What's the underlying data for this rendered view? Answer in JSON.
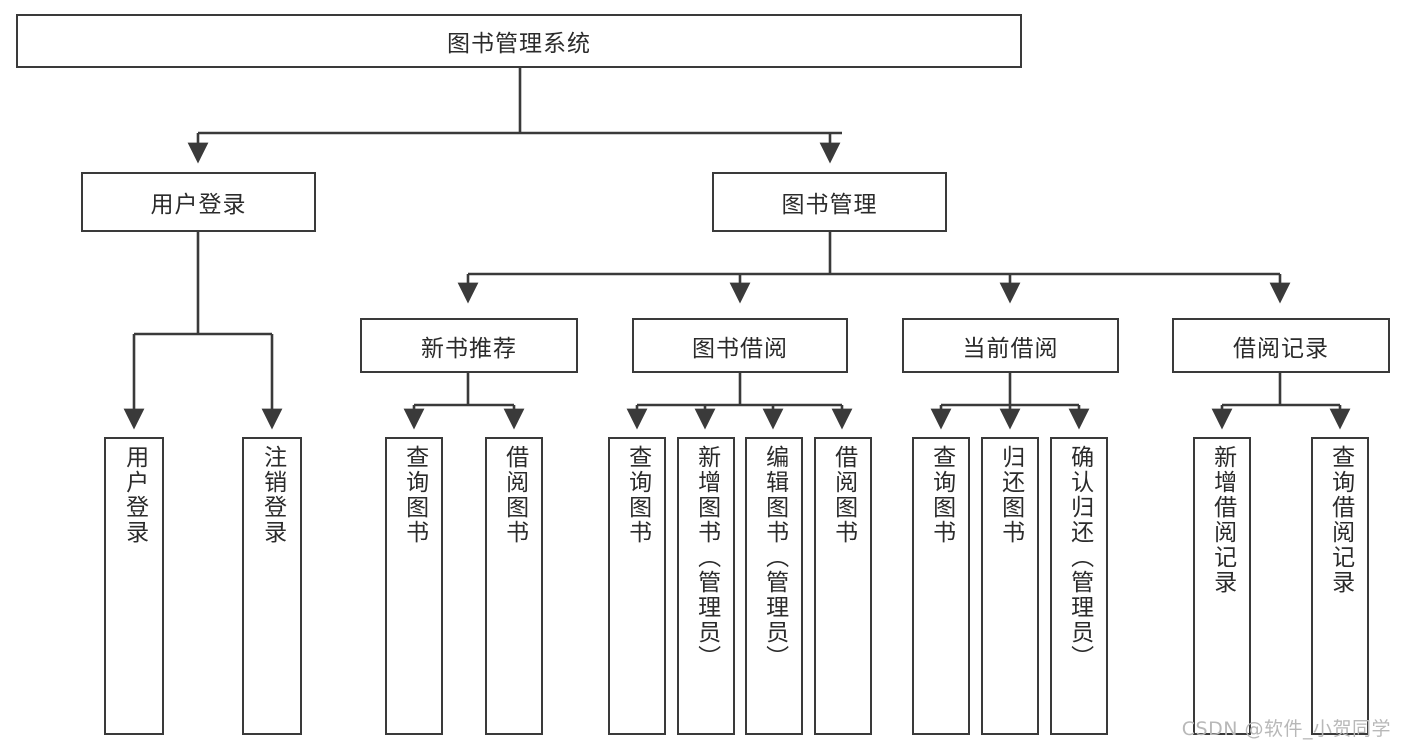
{
  "diagram": {
    "type": "tree",
    "title_node": "图书管理系统",
    "watermark": "CSDN @软件_小贺同学",
    "colors": {
      "box_border": "#3a3a3a",
      "box_fill": "#ffffff",
      "text": "#2b2b2b",
      "connector": "#3a3a3a",
      "watermark": "#b8b8b8",
      "background": "#ffffff"
    },
    "nodes": {
      "root": {
        "label": "图书管理系统"
      },
      "level2": [
        {
          "id": "user-login",
          "label": "用户登录"
        },
        {
          "id": "book-manage",
          "label": "图书管理"
        }
      ],
      "level3": [
        {
          "id": "new-book-recommend",
          "label": "新书推荐"
        },
        {
          "id": "book-borrow",
          "label": "图书借阅"
        },
        {
          "id": "current-borrow",
          "label": "当前借阅"
        },
        {
          "id": "borrow-record",
          "label": "借阅记录"
        }
      ],
      "leaves": {
        "user-login": [
          {
            "id": "leaf-user-login",
            "label": "用户登录"
          },
          {
            "id": "leaf-user-logout",
            "label": "注销登录"
          }
        ],
        "new-book-recommend": [
          {
            "id": "leaf-query-book-1",
            "label": "查询图书"
          },
          {
            "id": "leaf-borrow-book-1",
            "label": "借阅图书"
          }
        ],
        "book-borrow": [
          {
            "id": "leaf-query-book-2",
            "label": "查询图书"
          },
          {
            "id": "leaf-add-book",
            "label": "新增图书（管理员）"
          },
          {
            "id": "leaf-edit-book",
            "label": "编辑图书（管理员）"
          },
          {
            "id": "leaf-borrow-book-2",
            "label": "借阅图书"
          }
        ],
        "current-borrow": [
          {
            "id": "leaf-query-book-3",
            "label": "查询图书"
          },
          {
            "id": "leaf-return-book",
            "label": "归还图书"
          },
          {
            "id": "leaf-confirm-return",
            "label": "确认归还（管理员）"
          }
        ],
        "borrow-record": [
          {
            "id": "leaf-add-record",
            "label": "新增借阅记录"
          },
          {
            "id": "leaf-query-record",
            "label": "查询借阅记录"
          }
        ]
      }
    }
  }
}
